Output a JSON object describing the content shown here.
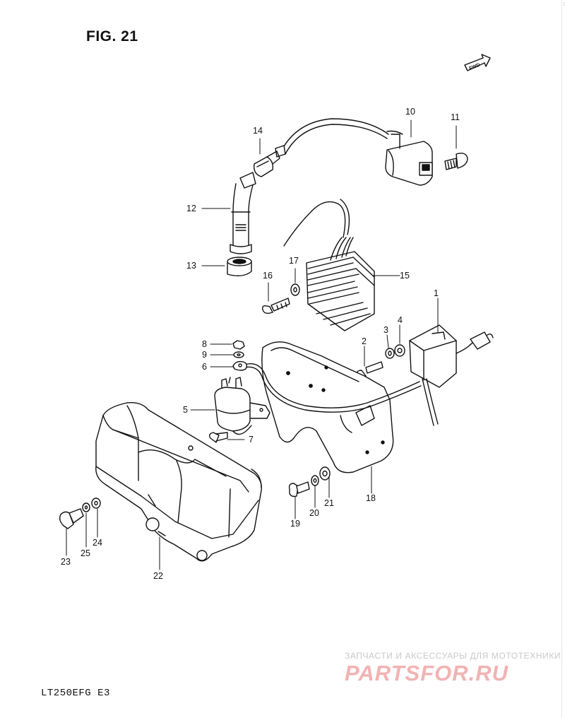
{
  "figure": {
    "title": "FIG. 21",
    "fwd_label": "FWD",
    "model_code": "LT250EFG  E3"
  },
  "callouts": [
    {
      "id": "c1",
      "label": "1"
    },
    {
      "id": "c2",
      "label": "2"
    },
    {
      "id": "c3",
      "label": "3"
    },
    {
      "id": "c4",
      "label": "4"
    },
    {
      "id": "c5",
      "label": "5"
    },
    {
      "id": "c6",
      "label": "6"
    },
    {
      "id": "c7",
      "label": "7"
    },
    {
      "id": "c8",
      "label": "8"
    },
    {
      "id": "c9",
      "label": "9"
    },
    {
      "id": "c10",
      "label": "10"
    },
    {
      "id": "c11",
      "label": "11"
    },
    {
      "id": "c12",
      "label": "12"
    },
    {
      "id": "c13",
      "label": "13"
    },
    {
      "id": "c14",
      "label": "14"
    },
    {
      "id": "c15",
      "label": "15"
    },
    {
      "id": "c16",
      "label": "16"
    },
    {
      "id": "c17",
      "label": "17"
    },
    {
      "id": "c18",
      "label": "18"
    },
    {
      "id": "c19",
      "label": "19"
    },
    {
      "id": "c20",
      "label": "20"
    },
    {
      "id": "c21",
      "label": "21"
    },
    {
      "id": "c22",
      "label": "22"
    },
    {
      "id": "c23",
      "label": "23"
    },
    {
      "id": "c24",
      "label": "24"
    },
    {
      "id": "c25",
      "label": "25"
    }
  ],
  "watermark": {
    "tagline": "ЗАПЧАСТИ И АКСЕССУАРЫ ДЛЯ МОТОТЕХНИКИ",
    "logo": "PARTSFOR.RU"
  }
}
